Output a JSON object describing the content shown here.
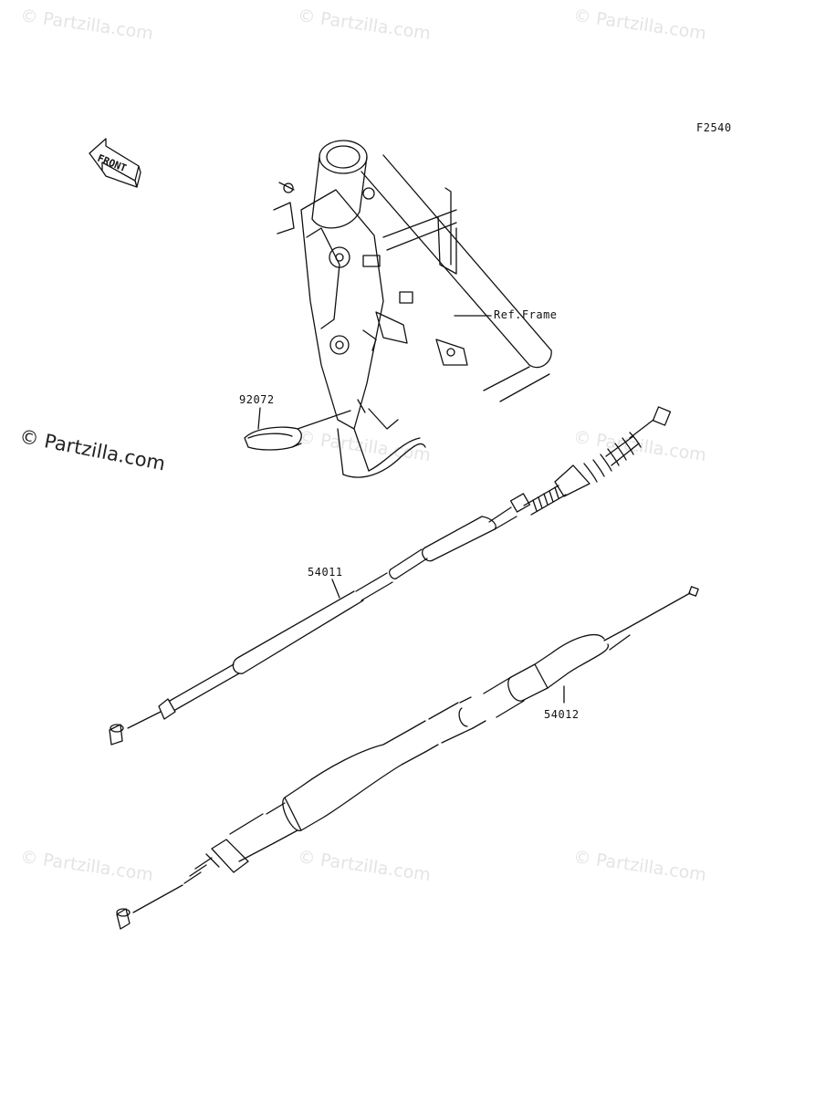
{
  "diagram": {
    "code": "F2540",
    "direction_label": "FRONT",
    "callouts": {
      "ref_frame": "Ref.Frame",
      "clamp": "92072",
      "cable_upper": "54011",
      "cable_lower": "54012"
    }
  },
  "watermark": {
    "text": "© Partzilla.com",
    "strong_text": "© Partzilla.com"
  }
}
